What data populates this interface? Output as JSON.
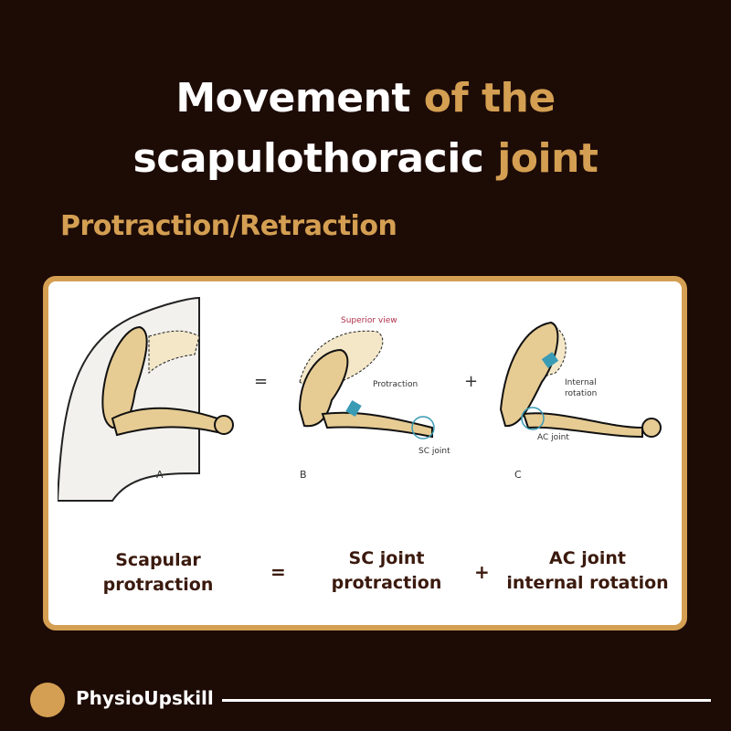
{
  "title": {
    "line1_white": "Movement",
    "line1_gold": "of the",
    "line2_white": "scapulothoracic",
    "line2_gold": "joint"
  },
  "subtitle": "Protraction/Retraction",
  "figure": {
    "view_label": "Superior view",
    "panel_a": "A",
    "panel_b": "B",
    "panel_c": "C",
    "equals": "=",
    "plus": "+",
    "protraction": "Protraction",
    "sc_joint": "SC joint",
    "internal_rotation_1": "Internal",
    "internal_rotation_2": "rotation",
    "ac_joint": "AC joint"
  },
  "equation": {
    "left_1": "Scapular",
    "left_2": "protraction",
    "equals": "=",
    "middle_1": "SC joint",
    "middle_2": "protraction",
    "plus": "+",
    "right_1": "AC joint",
    "right_2": "internal rotation"
  },
  "footer": {
    "brand": "PhysioUpskill"
  },
  "colors": {
    "background": "#1d0b06",
    "accent": "#d49f52",
    "bone": "#e6cb93",
    "arrow": "#3a9bb5"
  }
}
